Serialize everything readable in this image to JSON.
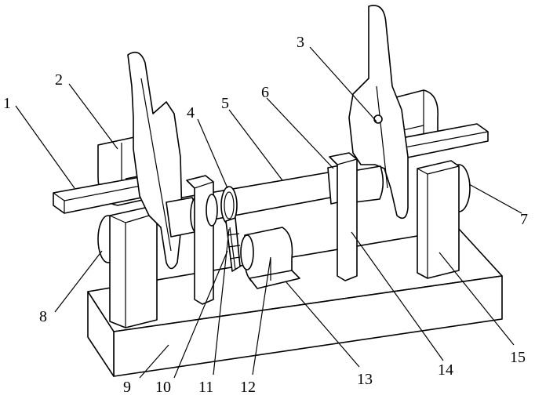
{
  "labels": {
    "l1": "1",
    "l2": "2",
    "l3": "3",
    "l4": "4",
    "l5": "5",
    "l6": "6",
    "l7": "7",
    "l8": "8",
    "l9": "9",
    "l10": "10",
    "l11": "11",
    "l12": "12",
    "l13": "13",
    "l14": "14",
    "l15": "15"
  },
  "colors": {
    "line": "#000000",
    "fill": "#ffffff"
  }
}
